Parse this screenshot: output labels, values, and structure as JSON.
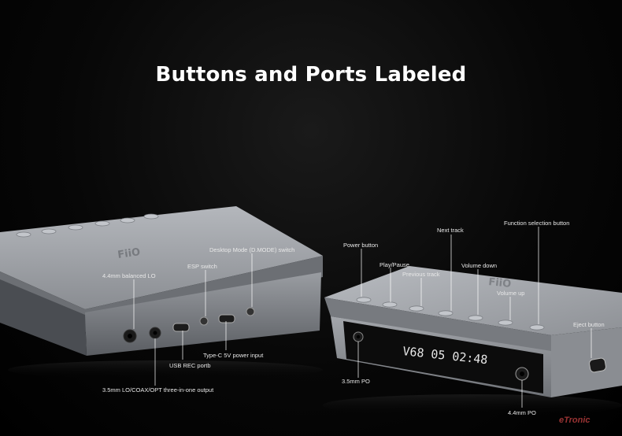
{
  "title": "Buttons and Ports Labeled",
  "left_device": {
    "brand_mark": "FiiO",
    "port_labels": {
      "balanced_lo": "4.4mm balanced LO",
      "esp_switch": "ESP switch",
      "desktop_mode": "Desktop Mode (D.MODE) switch",
      "usb_rec": "USB REC portb",
      "type_c": "Type-C 5V power input",
      "three_in_one": "3.5mm LO/COAX/OPT three-in-one output"
    }
  },
  "right_device": {
    "brand_mark": "FiiO",
    "display_text": "V68 05 02:48",
    "button_labels": {
      "power": "Power button",
      "play_pause": "Play/Pause",
      "previous": "Previous track",
      "next": "Next track",
      "volume_down": "Volume down",
      "volume_up": "Volume up",
      "function": "Function selection button",
      "eject": "Eject button",
      "po_35": "3.5mm PO",
      "po_44": "4.4mm PO"
    }
  },
  "colors": {
    "background": "#050505",
    "chassis": "#8e9196",
    "chassis_top": "#a7aaaf",
    "label_text": "#e8e8e8",
    "leader_line": "#ffffff",
    "display_text": "#e6e6e6"
  },
  "watermark": "eTronic"
}
